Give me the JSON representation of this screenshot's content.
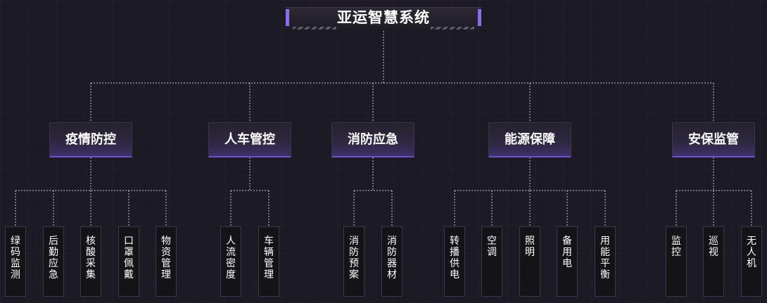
{
  "title": "亚运智慧系统",
  "categories": [
    {
      "label": "疫情防控",
      "items": [
        "绿码监测",
        "后勤应急",
        "核酸采集",
        "口罩佩戴",
        "物资管理"
      ]
    },
    {
      "label": "人车管控",
      "items": [
        "人流密度",
        "车辆管理"
      ]
    },
    {
      "label": "消防应急",
      "items": [
        "消防预案",
        "消防器材"
      ]
    },
    {
      "label": "能源保障",
      "items": [
        "转播供电",
        "空调",
        "照明",
        "备用电",
        "用能平衡"
      ]
    },
    {
      "label": "安保监管",
      "items": [
        "监控",
        "巡视",
        "无人机"
      ]
    }
  ],
  "colors": {
    "background": "#1c1a24",
    "accent": "#8e6cf0",
    "connector": "#c9c6d3"
  }
}
